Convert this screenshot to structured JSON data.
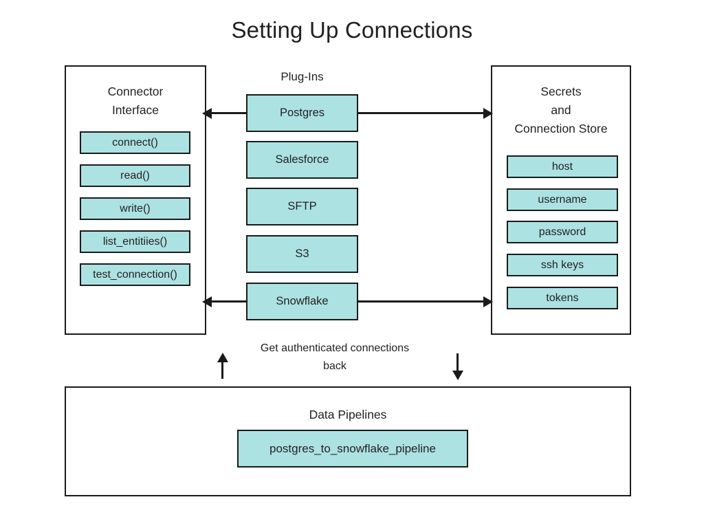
{
  "title": "Setting Up Connections",
  "connector_panel": {
    "heading_line1": "Connector",
    "heading_line2": "Interface",
    "items": [
      {
        "label": "connect()"
      },
      {
        "label": "read()"
      },
      {
        "label": "write()"
      },
      {
        "label": "list_entitiies()"
      },
      {
        "label": "test_connection()"
      }
    ]
  },
  "plugins_column": {
    "label": "Plug-Ins",
    "items": [
      {
        "label": "Postgres"
      },
      {
        "label": "Salesforce"
      },
      {
        "label": "SFTP"
      },
      {
        "label": "S3"
      },
      {
        "label": "Snowflake"
      }
    ]
  },
  "secrets_panel": {
    "heading_line1": "Secrets",
    "heading_line2": "and",
    "heading_line3": "Connection Store",
    "items": [
      {
        "label": "host"
      },
      {
        "label": "username"
      },
      {
        "label": "password"
      },
      {
        "label": "ssh keys"
      },
      {
        "label": "tokens"
      }
    ]
  },
  "pipelines_panel": {
    "heading": "Data Pipelines",
    "items": [
      {
        "label": "postgres_to_snowflake_pipeline"
      }
    ]
  },
  "flow_caption": {
    "line1": "Get authenticated connections",
    "line2": "back"
  },
  "colors": {
    "chip_fill": "#ace2e2",
    "stroke": "#1a1a1a",
    "text": "#231f20",
    "background": "#ffffff"
  }
}
